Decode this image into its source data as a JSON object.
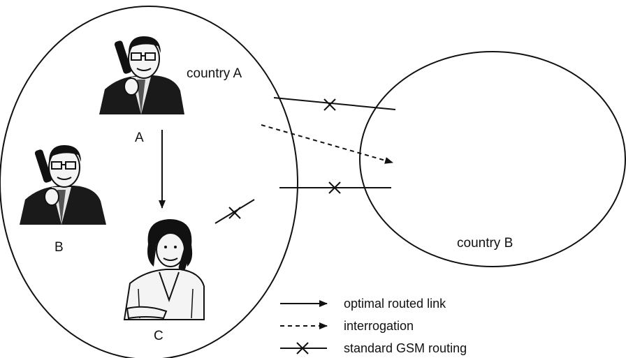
{
  "regions": {
    "country_a": "country A",
    "country_b": "country B"
  },
  "people": {
    "a": "A",
    "b": "B",
    "c": "C"
  },
  "legend": {
    "optimal": "optimal routed link",
    "interrogation": "interrogation",
    "standard": "standard GSM routing"
  },
  "colors": {
    "line": "#111111",
    "background": "#ffffff"
  },
  "icons": {
    "person_a": "man-on-phone-icon",
    "person_b": "man-on-phone-icon",
    "person_c": "woman-on-phone-icon"
  }
}
